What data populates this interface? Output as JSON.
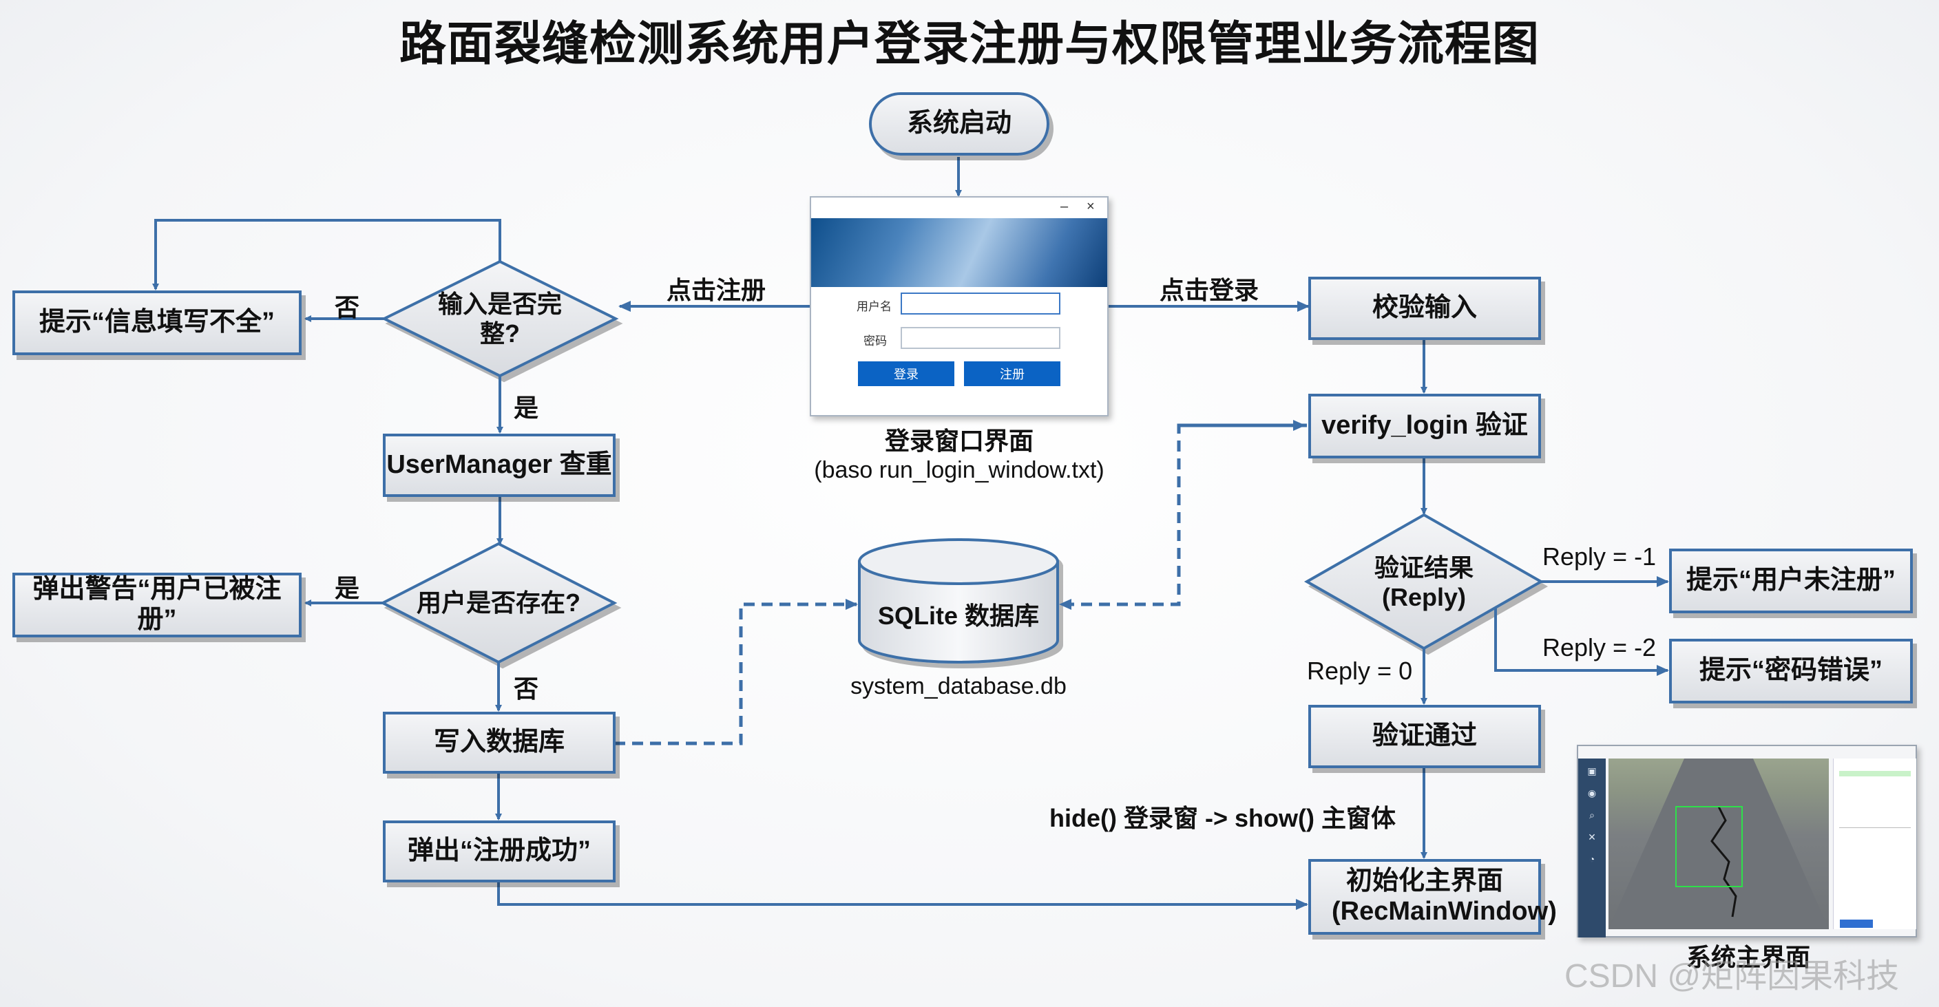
{
  "title": "路面裂缝检测系统用户登录注册与权限管理业务流程图",
  "nodes": {
    "start": "系统启动",
    "hint_incomplete": "提示“信息填写不全”",
    "decision_complete": "输入是否完整?",
    "user_manager_check": "UserManager 查重",
    "warn_registered": "弹出警告“用户已被注册”",
    "decision_exists": "用户是否存在?",
    "write_db": "写入数据库",
    "register_success": "弹出“注册成功”",
    "database": "SQLite 数据库",
    "validate_input": "校验输入",
    "verify_login": "verify_login 验证",
    "decision_reply": "验证结果 (Reply)",
    "hint_unregistered": "提示“用户未注册”",
    "hint_wrong_password": "提示“密码错误”",
    "verify_pass": "验证通过",
    "init_main": "初始化主界面 (RecMainWindow)"
  },
  "edge_labels": {
    "click_register": "点击注册",
    "click_login": "点击登录",
    "no1": "否",
    "yes1": "是",
    "yes2": "是",
    "no2": "否",
    "reply_neg1": "Reply = -1",
    "reply_neg2": "Reply = -2",
    "reply_zero": "Reply = 0",
    "hide_show": "hide() 登录窗 -> show() 主窗体"
  },
  "captions": {
    "login_window": "登录窗口界面",
    "login_file": "(baso run_login_window.txt)",
    "db_file": "system_database.db",
    "main_window": "系统主界面"
  },
  "login_mock": {
    "username_label": "用户名",
    "password_label": "密码",
    "login_button": "登录",
    "register_button": "注册"
  },
  "watermark": "CSDN @矩阵因果科技",
  "colors": {
    "border": "#3d6fa8",
    "connector": "#3d6fa8",
    "box_fill_top": "#f4f5f7",
    "box_fill_bottom": "#dcdfe4"
  }
}
